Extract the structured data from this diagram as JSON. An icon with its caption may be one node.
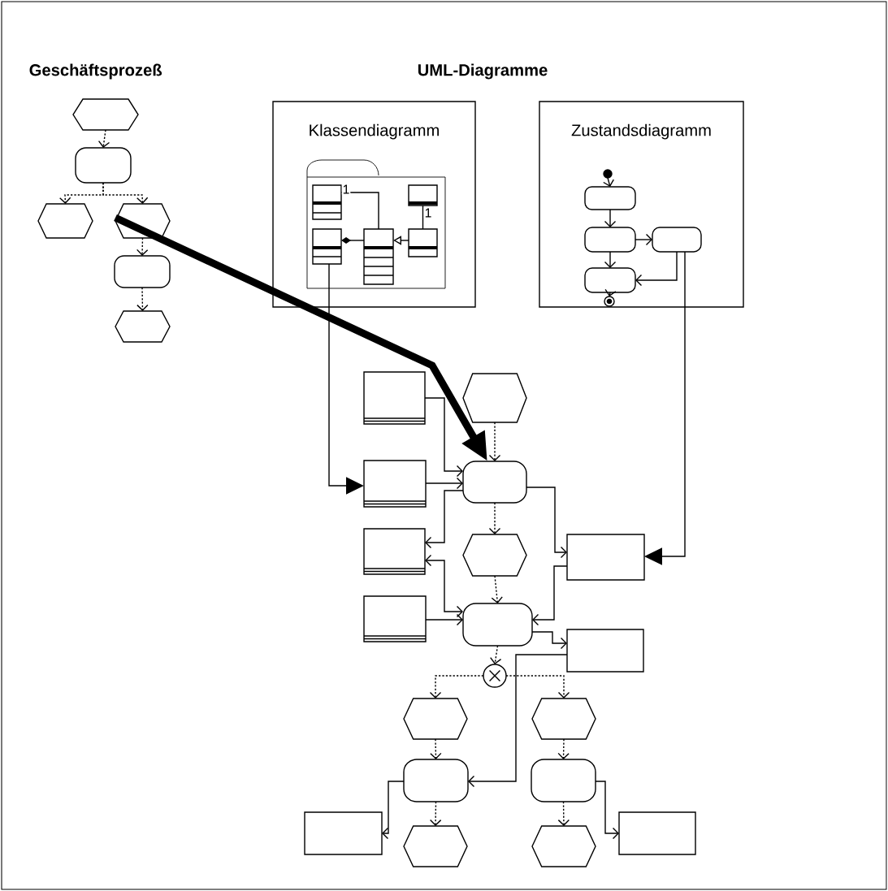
{
  "diagram": {
    "nodes": [
      {
        "text": [],
        "shape": "hexagon"
      },
      {
        "text": [],
        "shape": "rounded"
      },
      {
        "text": [],
        "shape": "hexagon"
      },
      {
        "text": [],
        "shape": "hexagon"
      },
      {
        "text": [],
        "shape": "rounded"
      },
      {
        "text": [],
        "shape": "hexagon"
      },
      {
        "text": [
          "Klassendiagramm"
        ]
      },
      {
        "text": [],
        "shape": "folder",
        "in": 6
      },
      {
        "text": [],
        "shape": "class",
        "in": 7
      },
      {
        "text": [],
        "shape": "class",
        "in": 7
      },
      {
        "text": [],
        "shape": "class",
        "in": 7
      },
      {
        "text": [],
        "shape": "class",
        "in": 7
      },
      {
        "text": [],
        "shape": "class",
        "in": 7
      },
      {
        "text": [
          "Zustandsdiagramm"
        ]
      },
      {
        "text": [],
        "shape": "circle",
        "in": 13
      },
      {
        "text": [],
        "shape": "rounded",
        "in": 13
      },
      {
        "text": [],
        "shape": "rounded",
        "in": 13
      },
      {
        "text": [],
        "shape": "rounded",
        "in": 13
      },
      {
        "text": [],
        "shape": "rounded",
        "in": 13
      },
      {
        "text": [],
        "shape": "circle",
        "in": 13
      },
      {
        "text": [],
        "shape": "document"
      },
      {
        "text": [],
        "shape": "hexagon"
      },
      {
        "text": [],
        "shape": "document"
      },
      {
        "text": [],
        "shape": "rounded"
      },
      {
        "text": [],
        "shape": "document"
      },
      {
        "text": [],
        "shape": "hexagon"
      },
      {
        "text": [],
        "shape": "box"
      },
      {
        "text": [],
        "shape": "document"
      },
      {
        "text": [],
        "shape": "rounded"
      },
      {
        "text": [],
        "shape": "box"
      },
      {
        "text": [],
        "shape": "circle"
      },
      {
        "text": [],
        "shape": "hexagon"
      },
      {
        "text": [],
        "shape": "hexagon"
      },
      {
        "text": [],
        "shape": "rounded"
      },
      {
        "text": [],
        "shape": "rounded"
      },
      {
        "text": [],
        "shape": "box"
      },
      {
        "text": [],
        "shape": "hexagon"
      },
      {
        "text": [],
        "shape": "hexagon"
      },
      {
        "text": [],
        "shape": "box"
      }
    ],
    "edges": [
      {
        "from": 0,
        "to": 1,
        "arrow": "to",
        "style": "dashed"
      },
      {
        "from": 1,
        "to": 2,
        "arrow": "to",
        "style": "dashed"
      },
      {
        "from": 1,
        "to": 3,
        "arrow": "to",
        "style": "dashed"
      },
      {
        "from": 3,
        "to": 4,
        "arrow": "to",
        "style": "dashed"
      },
      {
        "from": 4,
        "to": 5,
        "arrow": "to",
        "style": "dashed"
      },
      {
        "from": 8,
        "to": 10,
        "arrow": "none",
        "label": "1"
      },
      {
        "from": 9,
        "to": 10,
        "arrow": "other"
      },
      {
        "from": 12,
        "to": 10,
        "arrow": "to"
      },
      {
        "from": 11,
        "to": 12,
        "arrow": "none",
        "label": "1"
      },
      {
        "from": 14,
        "to": 15,
        "arrow": "to"
      },
      {
        "from": 15,
        "to": 16,
        "arrow": "to"
      },
      {
        "from": 16,
        "to": 17,
        "arrow": "to"
      },
      {
        "from": 16,
        "to": 18,
        "arrow": "to"
      },
      {
        "from": 17,
        "to": 18,
        "arrow": "to"
      },
      {
        "from": 18,
        "to": 19,
        "arrow": "to"
      },
      {
        "from": 9,
        "to": 22,
        "arrow": "to"
      },
      {
        "from": 17,
        "to": 26,
        "arrow": "to"
      },
      {
        "from": 3,
        "to": 23,
        "arrow": "to",
        "style": "thick"
      },
      {
        "from": 21,
        "to": 23,
        "arrow": "to",
        "style": "dashed"
      },
      {
        "from": 20,
        "to": 23,
        "arrow": "to"
      },
      {
        "from": 22,
        "to": 23,
        "arrow": "to"
      },
      {
        "from": 23,
        "to": 24,
        "arrow": "to"
      },
      {
        "from": 24,
        "to": 28,
        "arrow": "both"
      },
      {
        "from": 27,
        "to": 28,
        "arrow": "to"
      },
      {
        "from": 23,
        "to": 25,
        "arrow": "to",
        "style": "dashed"
      },
      {
        "from": 23,
        "to": 26,
        "arrow": "to"
      },
      {
        "from": 25,
        "to": 28,
        "arrow": "to",
        "style": "dashed"
      },
      {
        "from": 26,
        "to": 28,
        "arrow": "to"
      },
      {
        "from": 28,
        "to": 29,
        "arrow": "to"
      },
      {
        "from": 29,
        "to": 33,
        "arrow": "to"
      },
      {
        "from": 28,
        "to": 30,
        "arrow": "to",
        "style": "dashed"
      },
      {
        "from": 30,
        "to": 31,
        "arrow": "to",
        "style": "dashed"
      },
      {
        "from": 30,
        "to": 32,
        "arrow": "to",
        "style": "dashed"
      },
      {
        "from": 31,
        "to": 33,
        "arrow": "to",
        "style": "dashed"
      },
      {
        "from": 32,
        "to": 34,
        "arrow": "to",
        "style": "dashed"
      },
      {
        "from": 33,
        "to": 36,
        "arrow": "to",
        "style": "dashed"
      },
      {
        "from": 34,
        "to": 37,
        "arrow": "to",
        "style": "dashed"
      },
      {
        "from": 33,
        "to": 35,
        "arrow": "to"
      },
      {
        "from": 34,
        "to": 38,
        "arrow": "to"
      }
    ],
    "labels": [
      "Geschäftsprozeß",
      "UML-Diagramme"
    ]
  }
}
